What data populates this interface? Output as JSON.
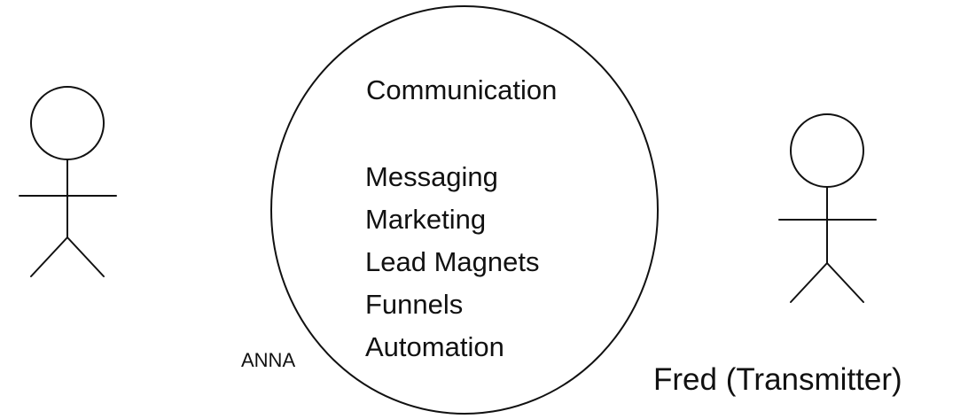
{
  "diagram": {
    "title": "Communication",
    "topics": [
      "Messaging",
      "Marketing",
      "Lead Magnets",
      "Funnels",
      "Automation"
    ],
    "left_label": "ANNA",
    "right_label": "Fred (Transmitter)"
  },
  "colors": {
    "stroke": "#111111",
    "background": "#ffffff"
  }
}
